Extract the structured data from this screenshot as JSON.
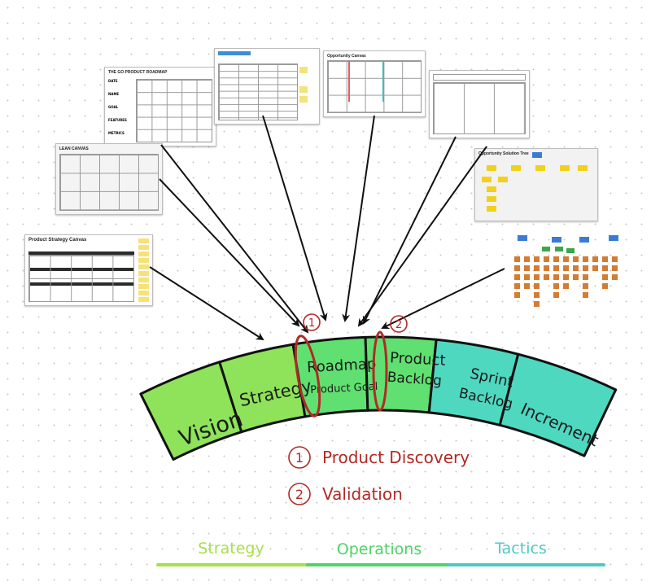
{
  "thumbnails": {
    "product_roadmap": "THE GO PRODUCT ROADMAP",
    "opportunity_canvas": "Opportunity Canvas",
    "lean_canvas": "LEAN CANVAS",
    "product_strategy_canvas": "Product Strategy Canvas",
    "opportunity_solution_tree": "Opportunity Solution Tree"
  },
  "roadmap_rows": [
    "DATE",
    "NAME",
    "GOAL",
    "FEATURES",
    "METRICS"
  ],
  "arc_segments": [
    {
      "id": "vision",
      "label": "Vision",
      "color": "#8ee35a"
    },
    {
      "id": "strategy",
      "label": "Strategy",
      "color": "#8ee35a"
    },
    {
      "id": "roadmap",
      "label": "Roadmap",
      "sublabel": "Product Goal",
      "color": "#5fe070"
    },
    {
      "id": "product-backlog",
      "label": "Product",
      "sublabel": "Backlog",
      "color": "#5fe070"
    },
    {
      "id": "sprint-backlog",
      "label": "Sprint",
      "sublabel": "Backlog",
      "color": "#4fd8c0"
    },
    {
      "id": "increment",
      "label": "Increment",
      "color": "#4fd8c0"
    }
  ],
  "markers": [
    {
      "number": "1",
      "label": "Product Discovery"
    },
    {
      "number": "2",
      "label": "Validation"
    }
  ],
  "bottom_labels": [
    {
      "label": "Strategy",
      "color": "#a8e04a"
    },
    {
      "label": "Operations",
      "color": "#4fd36a"
    },
    {
      "label": "Tactics",
      "color": "#4fc9c4"
    }
  ],
  "colors": {
    "ink": "#1a1a1a",
    "marker_red": "#b02a26",
    "arrow": "#111111"
  }
}
